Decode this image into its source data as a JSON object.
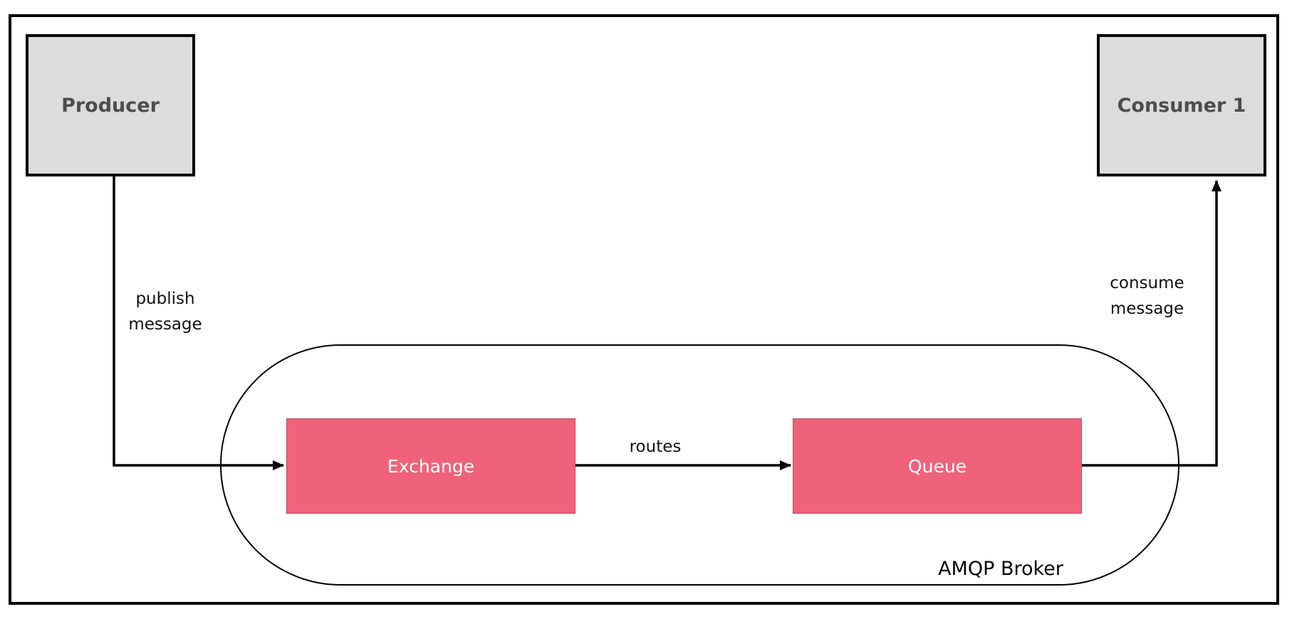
{
  "colors": {
    "gray_fill": "#dcdcdc",
    "pink_fill": "#f0627a",
    "line": "#000000"
  },
  "nodes": {
    "producer": {
      "label": "Producer"
    },
    "consumer": {
      "label": "Consumer 1"
    },
    "exchange": {
      "label": "Exchange"
    },
    "queue": {
      "label": "Queue"
    }
  },
  "container": {
    "label": "AMQP Broker"
  },
  "edges": {
    "publish": {
      "line1": "publish",
      "line2": "message"
    },
    "routes": {
      "label": "routes"
    },
    "consume": {
      "line1": "consume",
      "line2": "message"
    }
  }
}
